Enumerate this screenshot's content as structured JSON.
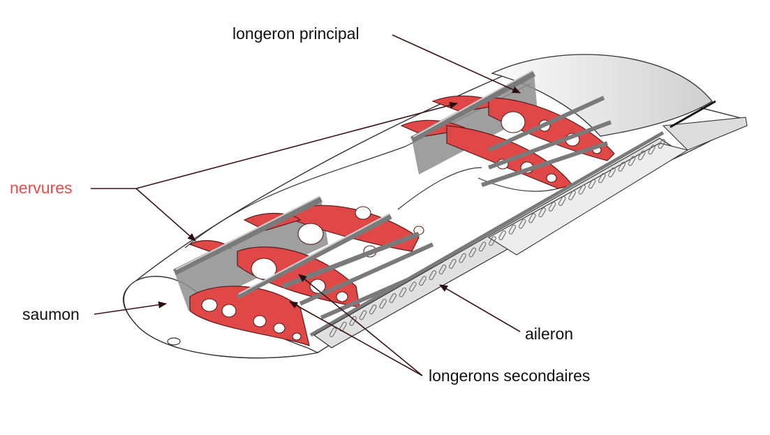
{
  "labels": {
    "longeron_principal": "longeron principal",
    "nervures": "nervures",
    "saumon": "saumon",
    "aileron": "aileron",
    "longerons_secondaires": "longerons secondaires"
  },
  "colors": {
    "rib_red": "#e04848",
    "nervures_label": "#e84b4b",
    "label_text": "#111111",
    "leader_line": "#3a1414",
    "skin_stroke": "#333333",
    "spar_gray": "#9a9a9a",
    "web_gray": "#8e8e8e"
  }
}
